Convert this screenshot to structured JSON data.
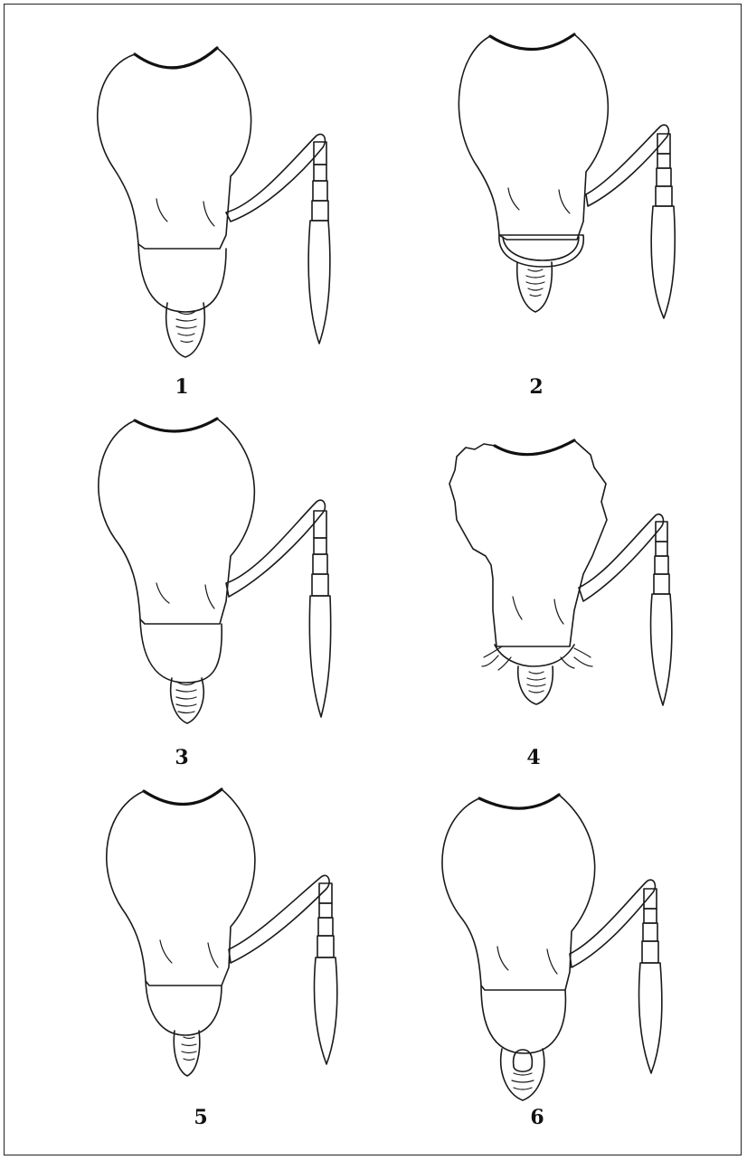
{
  "figures": [
    {
      "label": "1"
    },
    {
      "label": "2"
    },
    {
      "label": "3"
    },
    {
      "label": "4"
    },
    {
      "label": "5"
    },
    {
      "label": "6"
    }
  ]
}
